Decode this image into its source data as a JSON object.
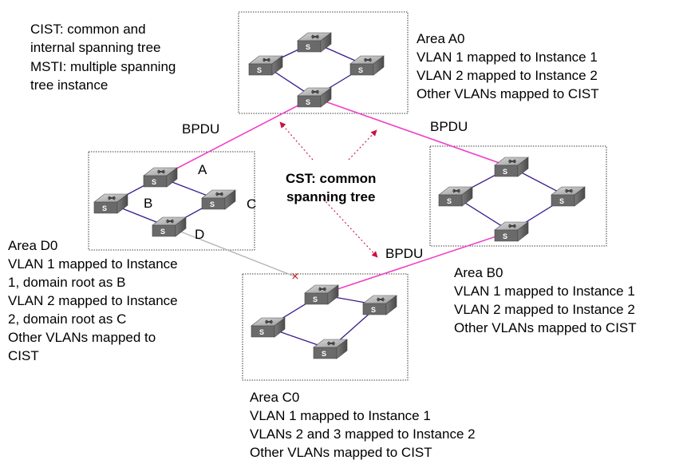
{
  "legend": {
    "cist": [
      "CIST: common and",
      "internal spanning tree"
    ],
    "msti": [
      "MSTI: multiple spanning",
      "tree instance"
    ]
  },
  "cst_label": [
    "CST: common",
    "spanning tree"
  ],
  "bpdu_label": "BPDU",
  "node_labels": {
    "a": "A",
    "b": "B",
    "c": "C",
    "d": "D"
  },
  "switch_letter": "S",
  "areas": {
    "a0": {
      "title": "Area A0",
      "lines": [
        "VLAN 1 mapped to Instance 1",
        "VLAN 2 mapped to Instance 2",
        "Other VLANs mapped to CIST"
      ]
    },
    "b0": {
      "title": "Area B0",
      "lines": [
        "VLAN 1 mapped to Instance 1",
        "VLAN 2 mapped to Instance 2",
        "Other VLANs mapped to CIST"
      ]
    },
    "c0": {
      "title": "Area C0",
      "lines": [
        "VLAN 1 mapped to Instance 1",
        "VLANs 2 and 3 mapped to Instance 2",
        "Other VLANs mapped to CIST"
      ]
    },
    "d0": {
      "title": "Area D0",
      "lines": [
        "VLAN 1 mapped to Instance",
        "1, domain root as B",
        "VLAN 2 mapped to Instance",
        "2, domain root as C",
        "Other VLANs mapped to",
        "CIST"
      ]
    }
  },
  "colors": {
    "cist_link": "#f040c8",
    "instance_link": "#3a1a8c",
    "cst_arrow": "#cc1040",
    "blocked_link": "#b4b4b4",
    "blocked_mark": "#cc2020"
  }
}
